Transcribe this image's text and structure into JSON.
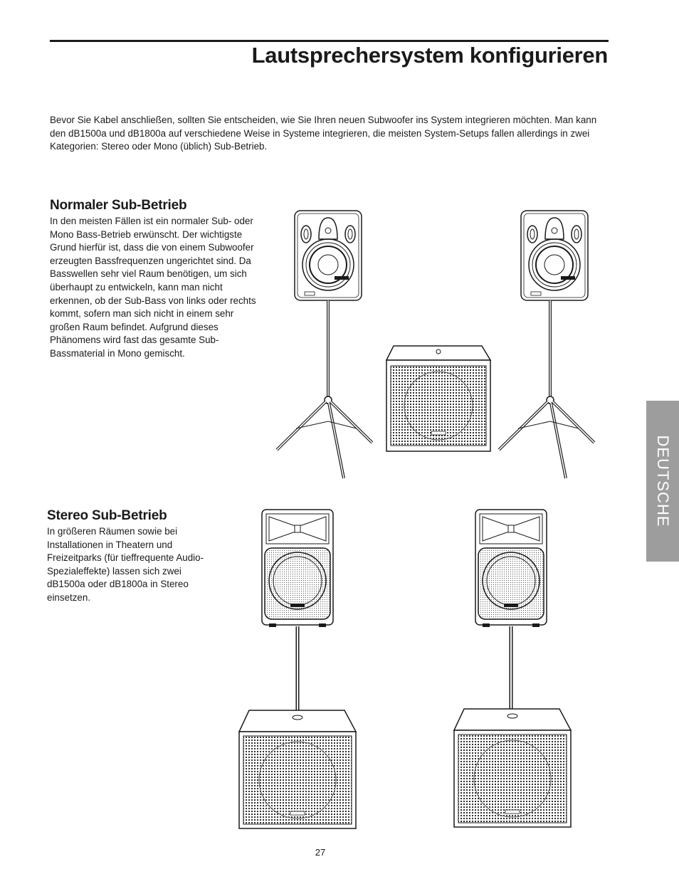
{
  "page": {
    "title": "Lautsprechersystem konfigurieren",
    "intro": "Bevor Sie Kabel anschließen, sollten Sie entscheiden, wie Sie Ihren neuen Subwoofer ins System integrieren möchten. Man kann den dB1500a und dB1800a auf verschiedene Weise in Systeme integrieren, die meisten System-Setups fallen allerdings in zwei Kategorien: Stereo oder Mono (üblich) Sub-Betrieb.",
    "page_number": "27"
  },
  "sidebar_tab": {
    "label": "DEUTSCHE"
  },
  "sections": {
    "normal": {
      "heading": "Normaler Sub-Betrieb",
      "body": "In den meisten Fällen ist ein normaler Sub- oder Mono Bass-Betrieb erwünscht. Der wichtigste Grund hierfür ist, dass die von einem Subwoofer erzeugten Bassfrequenzen ungerichtet sind. Da Basswellen sehr viel Raum benötigen, um sich überhaupt zu entwickeln, kann man nicht erkennen, ob der Sub-Bass von links oder rechts kommt, sofern man sich nicht in einem sehr großen Raum befindet. Aufgrund dieses Phänomens wird fast das gesamte Sub-Bassmaterial in Mono gemischt."
    },
    "stereo": {
      "heading": "Stereo Sub-Betrieb",
      "body": "In größeren Räumen sowie bei Installationen in Theatern und Freizeitparks (für tieffrequente Audio-Spezialeffekte) lassen sich zwei dB1500a oder dB1800a in Stereo einsetzen."
    }
  },
  "illustrations": {
    "mono_setup": {
      "speaker_badge": "▯▯▯"
    },
    "stereo_setup": {}
  },
  "colors": {
    "tab_gray": "#9d9d9d",
    "ink": "#1a1a1a"
  }
}
